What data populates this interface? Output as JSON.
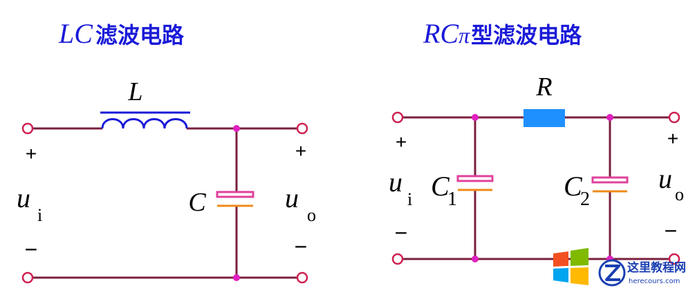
{
  "left": {
    "title_latin": "LC",
    "title_cjk": "滤波电路",
    "inductor_label": "L",
    "capacitor_label": "C",
    "in_plus": "+",
    "in_minus": "−",
    "out_plus": "+",
    "out_minus": "−",
    "in_voltage": "u",
    "in_voltage_sub": "i",
    "out_voltage": "u",
    "out_voltage_sub": "o"
  },
  "right": {
    "title_latin": "RC",
    "title_pi": "π",
    "title_cjk": "型滤波电路",
    "resistor_label": "R",
    "c1_label": "C",
    "c1_sub": "1",
    "c2_label": "C",
    "c2_sub": "2",
    "in_plus": "+",
    "in_minus": "−",
    "out_plus": "+",
    "out_minus": "−",
    "in_voltage": "u",
    "in_voltage_sub": "i",
    "out_voltage": "u",
    "out_voltage_sub": "o"
  },
  "watermark": {
    "name": "这里教程网",
    "url": "herecours.com"
  },
  "colors": {
    "wire": "#7a1f3d",
    "inductor": "#1a1ad8",
    "resistor": "#1e90ff",
    "cap_top": "#e0409a",
    "cap_bottom": "#f08a1a",
    "terminal": "#d02050",
    "node": "#e020c0",
    "title": "#1a1ad8"
  }
}
